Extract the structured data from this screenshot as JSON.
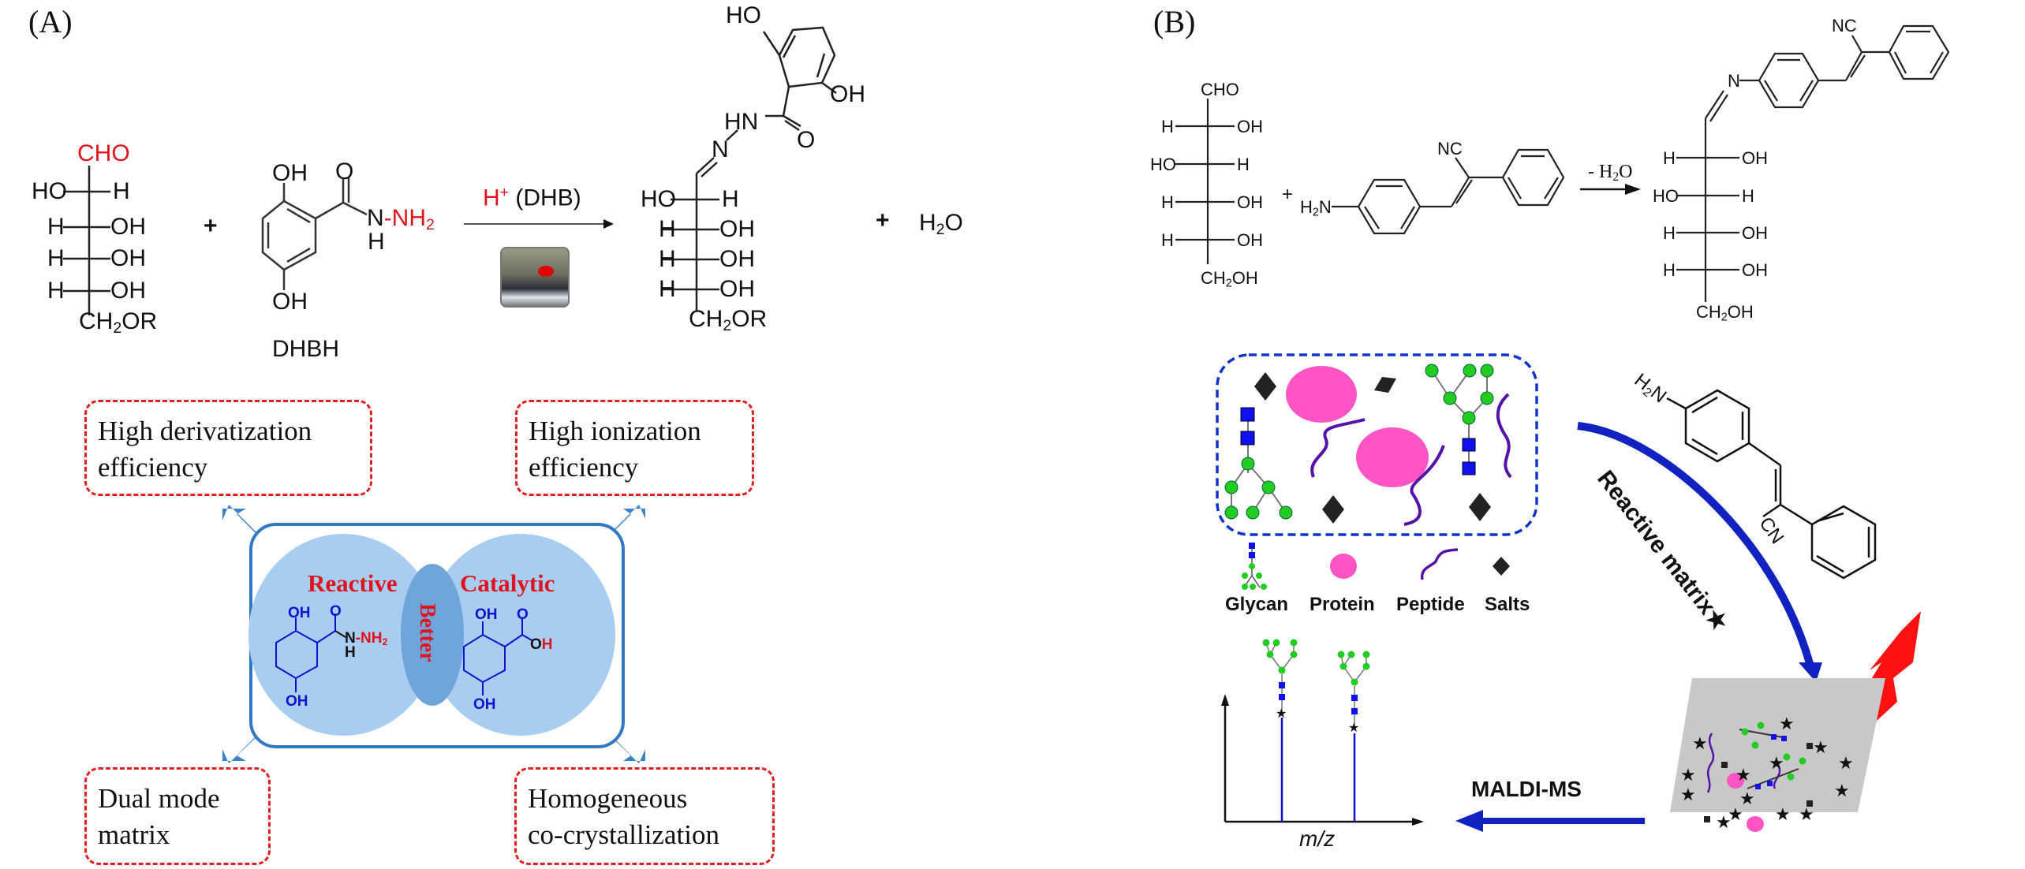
{
  "panels": {
    "a": {
      "label": "(A)",
      "reaction": {
        "sugar": {
          "top_group": "CHO",
          "rows": [
            {
              "left": "HO",
              "right": "H"
            },
            {
              "left": "H",
              "right": "OH"
            },
            {
              "left": "H",
              "right": "OH"
            },
            {
              "left": "H",
              "right": "OH"
            }
          ],
          "bottom_group_main": "CH",
          "bottom_group_sub": "2",
          "bottom_group_tail": "OR"
        },
        "plus_1": "+",
        "reagent": {
          "top_oh": "OH",
          "carbonyl_o": "O",
          "nh": "N",
          "nh_h": "H",
          "nh2_main": "-NH",
          "nh2_sub": "2",
          "bottom_oh": "OH",
          "name": "DHBH"
        },
        "condition_h": "H",
        "condition_plus": "+",
        "condition_rest": " (DHB)",
        "product": {
          "top_ho": "HO",
          "oh": "OH",
          "hn": "HN",
          "carbonyl_o": "O",
          "imine_n": "N",
          "rows": [
            {
              "left": "HO",
              "right": "H"
            },
            {
              "left": "H",
              "right": "OH"
            },
            {
              "left": "H",
              "right": "OH"
            },
            {
              "left": "H",
              "right": "OH"
            }
          ],
          "bottom_group_main": "CH",
          "bottom_group_sub": "2",
          "bottom_group_tail": "OR"
        },
        "plus_2": "+",
        "water_main": "H",
        "water_sub": "2",
        "water_tail": "O"
      },
      "features": {
        "top_left": [
          "High derivatization",
          "efficiency"
        ],
        "top_right": [
          "High ionization",
          "efficiency"
        ],
        "bottom_left": [
          "Dual mode",
          "matrix"
        ],
        "bottom_right": [
          "Homogeneous",
          "co-crystallization"
        ]
      },
      "venn": {
        "left_title": "Reactive",
        "right_title": "Catalytic",
        "overlap": "Better",
        "left_molecule": {
          "oh_top": "OH",
          "o": "O",
          "n": "N",
          "h": "H",
          "nh2_main": "-NH",
          "nh2_sub": "2",
          "oh_bottom": "OH"
        },
        "right_molecule": {
          "oh_top": "OH",
          "o": "O",
          "o_acid": "O",
          "h_acid": "H",
          "oh_bottom": "OH"
        }
      }
    },
    "b": {
      "label": "(B)",
      "reaction": {
        "sugar": {
          "top_group": "CHO",
          "rows": [
            {
              "left": "H",
              "right": "OH"
            },
            {
              "left": "HO",
              "right": "H"
            },
            {
              "left": "H",
              "right": "OH"
            },
            {
              "left": "H",
              "right": "OH"
            }
          ],
          "bottom_group_main": "CH",
          "bottom_group_sub": "2",
          "bottom_group_tail": "OH"
        },
        "plus": "+",
        "amine_main": "H",
        "amine_sub": "2",
        "amine_tail": "N",
        "nc_label": "NC",
        "condition_main": "- H",
        "condition_sub": "2",
        "condition_tail": "O",
        "product": {
          "imine_n": "N",
          "nc_label": "NC",
          "rows": [
            {
              "left": "H",
              "right": "OH"
            },
            {
              "left": "HO",
              "right": "H"
            },
            {
              "left": "H",
              "right": "OH"
            },
            {
              "left": "H",
              "right": "OH"
            }
          ],
          "bottom_group_main": "CH",
          "bottom_group_sub": "2",
          "bottom_group_tail": "OH"
        }
      },
      "workflow": {
        "legend": [
          "Glycan",
          "Protein",
          "Peptide",
          "Salts"
        ],
        "arrow_label_main": "Reactive matrix",
        "arrow_label_star": "★",
        "matrix_amine_main": "H",
        "matrix_amine_sub": "2",
        "matrix_amine_tail": "N",
        "matrix_cn": "CN",
        "ms_label": "MALDI-MS",
        "axis_label": "m/z"
      }
    }
  },
  "colors": {
    "red_text": "#e0141e",
    "dashed_red": "#e02020",
    "venn_fill": "#a9cdf0",
    "venn_overlap": "#6fa5da",
    "venn_frame": "#2f78c4",
    "blue_arrow": "#1122c0",
    "glycan_green": "#22cc22",
    "glycan_blue": "#1111ee",
    "protein_pink": "#ff44bb",
    "peptide_purple": "#5511aa",
    "plate_gray": "#c8c8c8",
    "laser_red": "#ff1111"
  }
}
